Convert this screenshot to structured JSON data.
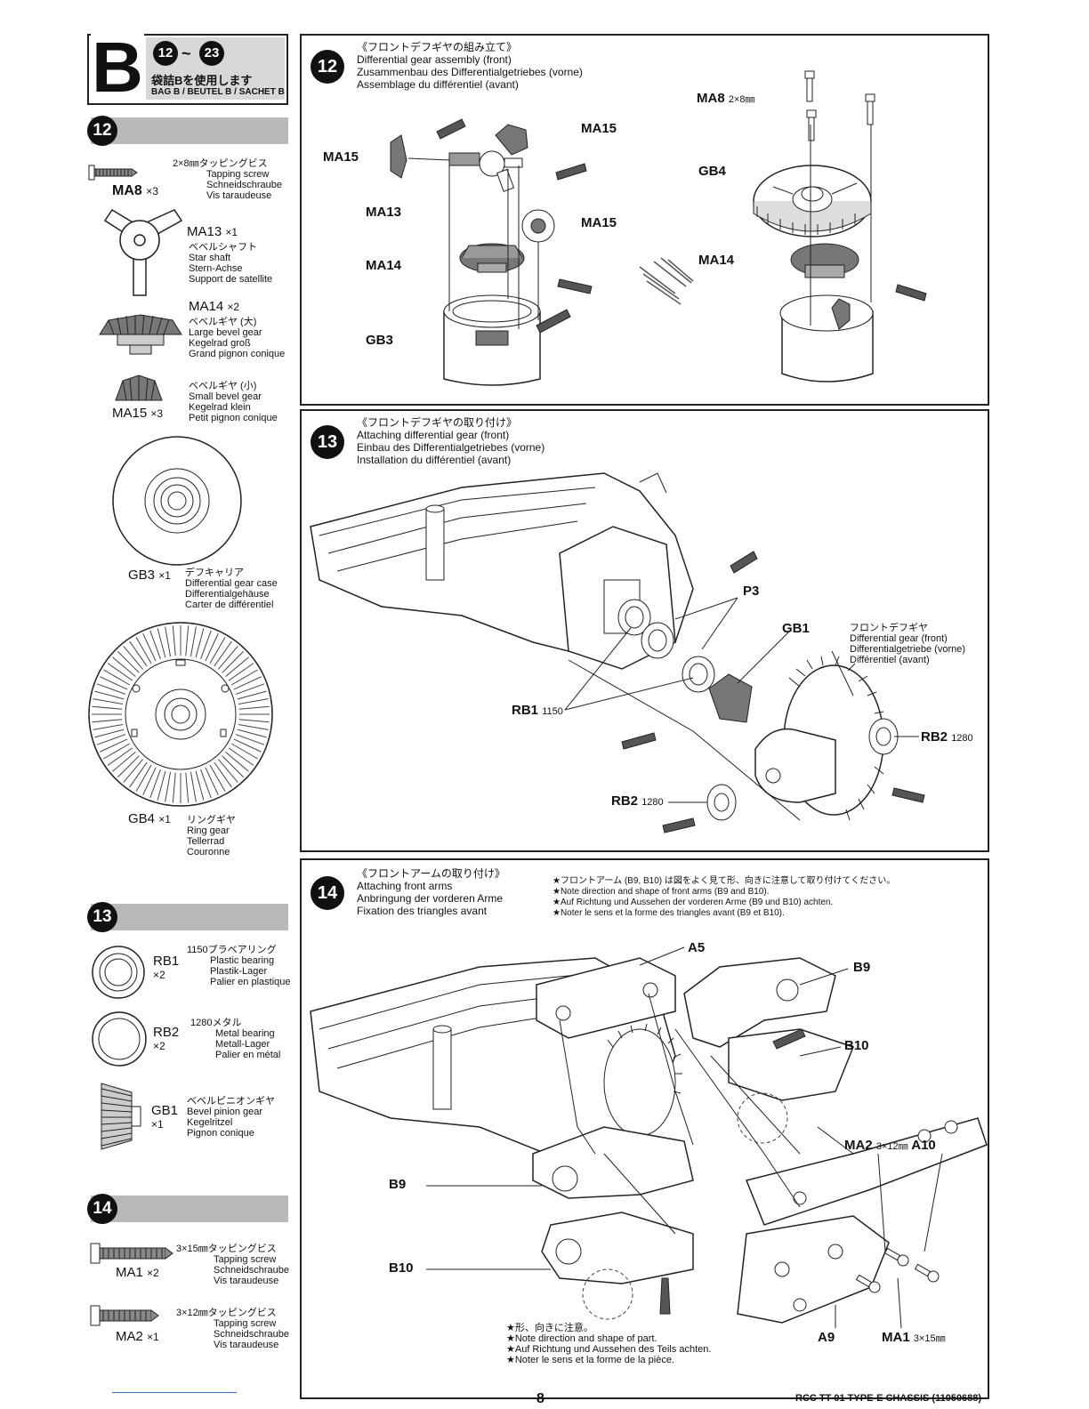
{
  "bag": {
    "letter": "B",
    "step_from": "12",
    "step_sep": "~",
    "step_to": "23",
    "jp": "袋詰Bを使用します",
    "en": "BAG B / BEUTEL B / SACHET B"
  },
  "left_sections": {
    "s12": "12",
    "s13": "13",
    "s14": "14"
  },
  "parts": {
    "ma8": {
      "code": "MA8",
      "qty": "×3",
      "lines": [
        "2×8㎜タッピングビス",
        "Tapping screw",
        "Schneidschraube",
        "Vis taraudeuse"
      ]
    },
    "ma13": {
      "code": "MA13",
      "qty": "×1",
      "lines": [
        "ベベルシャフト",
        "Star shaft",
        "Stern-Achse",
        "Support de satellite"
      ]
    },
    "ma14": {
      "code": "MA14",
      "qty": "×2",
      "lines": [
        "ベベルギヤ (大)",
        "Large bevel gear",
        "Kegelrad groß",
        "Grand pignon conique"
      ]
    },
    "ma15": {
      "code": "MA15",
      "qty": "×3",
      "lines": [
        "ベベルギヤ (小)",
        "Small bevel gear",
        "Kegelrad klein",
        "Petit pignon conique"
      ]
    },
    "gb3": {
      "code": "GB3",
      "qty": "×1",
      "lines": [
        "デフキャリア",
        "Differential gear case",
        "Differentialgehäuse",
        "Carter de différentiel"
      ]
    },
    "gb4": {
      "code": "GB4",
      "qty": "×1",
      "lines": [
        "リングギヤ",
        "Ring gear",
        "Tellerrad",
        "Couronne"
      ]
    },
    "rb1": {
      "code": "RB1",
      "qty": "×2",
      "lines": [
        "1150プラベアリング",
        "Plastic bearing",
        "Plastik-Lager",
        "Palier en plastique"
      ]
    },
    "rb2": {
      "code": "RB2",
      "qty": "×2",
      "lines": [
        "1280メタル",
        "Metal bearing",
        "Metall-Lager",
        "Palier en métal"
      ]
    },
    "gb1": {
      "code": "GB1",
      "qty": "×1",
      "lines": [
        "ベベルピニオンギヤ",
        "Bevel pinion gear",
        "Kegelritzel",
        "Pignon conique"
      ]
    },
    "ma1": {
      "code": "MA1",
      "qty": "×2",
      "lines": [
        "3×15㎜タッピングビス",
        "Tapping screw",
        "Schneidschraube",
        "Vis taraudeuse"
      ]
    },
    "ma2": {
      "code": "MA2",
      "qty": "×1",
      "lines": [
        "3×12㎜タッピングビス",
        "Tapping screw",
        "Schneidschraube",
        "Vis taraudeuse"
      ]
    }
  },
  "step12": {
    "num": "12",
    "title": [
      "《フロントデフギヤの組み立て》",
      "Differential gear assembly (front)",
      "Zusammenbau des Differentialgetriebes (vorne)",
      "Assemblage du différentiel (avant)"
    ],
    "labels": {
      "ma15a": "MA15",
      "ma15b": "MA15",
      "ma15c": "MA15",
      "ma13": "MA13",
      "ma14": "MA14",
      "gb3": "GB3",
      "ma8": "MA8",
      "ma8size": "2×8㎜",
      "gb4": "GB4",
      "ma14b": "MA14"
    }
  },
  "step13": {
    "num": "13",
    "title": [
      "《フロントデフギヤの取り付け》",
      "Attaching differential gear (front)",
      "Einbau des Differentialgetriebes (vorne)",
      "Installation du différentiel (avant)"
    ],
    "labels": {
      "p3": "P3",
      "gb1": "GB1",
      "rb1": "RB1",
      "rb1n": "1150",
      "rb2a": "RB2",
      "rb2an": "1280",
      "rb2b": "RB2",
      "rb2bn": "1280"
    },
    "diff_note": [
      "フロントデフギヤ",
      "Differential gear (front)",
      "Differentialgetriebe (vorne)",
      "Différentiel (avant)"
    ]
  },
  "step14": {
    "num": "14",
    "title": [
      "《フロントアームの取り付け》",
      "Attaching front arms",
      "Anbringung der vorderen Arme",
      "Fixation des triangles avant"
    ],
    "top_note": [
      "★フロントアーム (B9, B10) は図をよく見て形、向きに注意して取り付けてください。",
      "★Note direction and shape of front arms (B9 and B10).",
      "★Auf Richtung und Aussehen der vorderen Arme (B9 und B10) achten.",
      "★Noter le sens et la forme des triangles avant (B9 et B10)."
    ],
    "bottom_note": [
      "★形、向きに注意。",
      "★Note direction and shape of part.",
      "★Auf Richtung und Aussehen des Teils achten.",
      "★Noter le sens et la forme de la pièce."
    ],
    "labels": {
      "a5": "A5",
      "b9a": "B9",
      "b10a": "B10",
      "ma2": "MA2",
      "ma2size": "3×12㎜",
      "a10": "A10",
      "b9b": "B9",
      "b10b": "B10",
      "a9": "A9",
      "ma1": "MA1",
      "ma1size": "3×15㎜"
    }
  },
  "footer": {
    "page": "8",
    "doc": "RCC TT-01 TYPE-E CHASSIS (11050688)"
  }
}
